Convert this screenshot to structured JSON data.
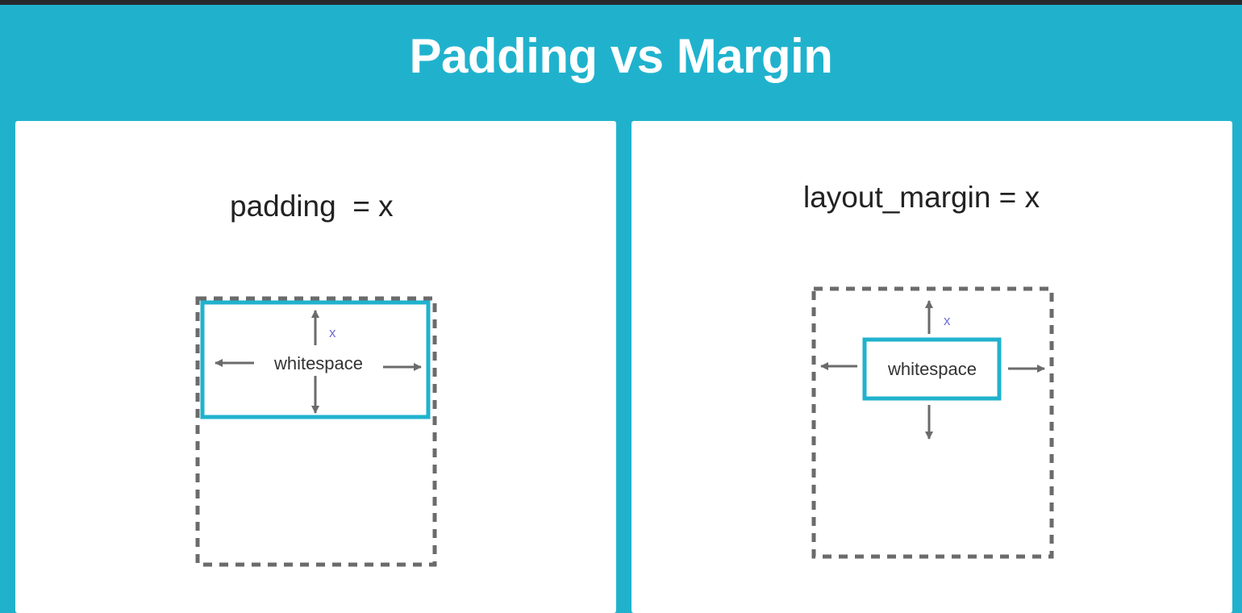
{
  "title": "Padding vs Margin",
  "colors": {
    "background": "#20b2cd",
    "top_bar": "#262a2d",
    "panel": "#ffffff",
    "view_border": "#20b2cd",
    "dashed_border": "#6b6b6b",
    "arrow": "#6b6b6b",
    "x_label": "#6e6fd8"
  },
  "panels": [
    {
      "heading": "padding  = x",
      "inner_label": "whitespace",
      "measure_label": "x"
    },
    {
      "heading": "layout_margin = x",
      "inner_label": "whitespace",
      "measure_label": "x"
    }
  ]
}
